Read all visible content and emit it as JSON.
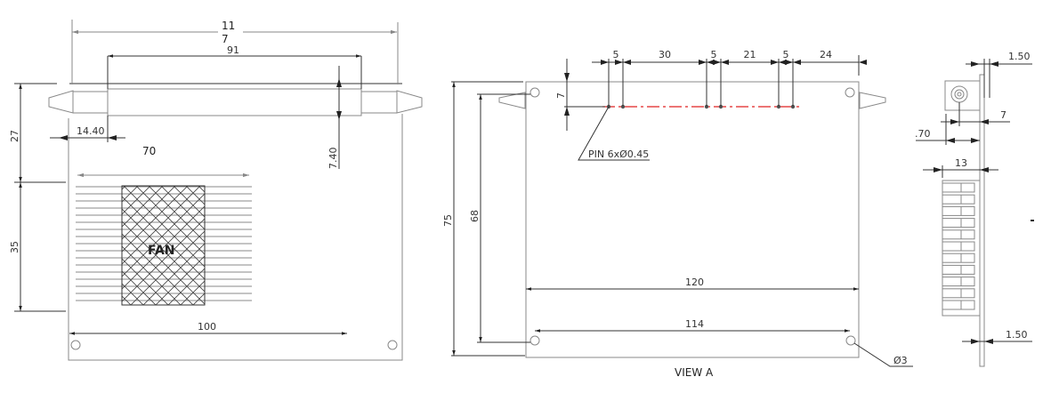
{
  "left_view": {
    "dim_overall_top": "11",
    "dim_overall_bottom": "7",
    "dim_tube": "91",
    "dim_27": "27",
    "dim_35": "35",
    "dim_14_40": "14.40",
    "dim_70": "70",
    "dim_7_40": "7.40",
    "dim_100": "100",
    "fan_label": "FAN"
  },
  "view_a": {
    "pitch_dims": [
      "5",
      "30",
      "5",
      "21",
      "5",
      "24"
    ],
    "dim_7": "7",
    "dim_75": "75",
    "dim_68": "68",
    "dim_120": "120",
    "dim_114": "114",
    "pin_note": "PIN 6xØ0.45",
    "hole_note": "Ø3",
    "caption": "VIEW A",
    "pin_line_color": "#e02020"
  },
  "side_view": {
    "dim_top": "1.50",
    "dim_7": "7",
    "dim_070": ".70",
    "dim_13": "13",
    "dim_bottom": "1.50"
  }
}
